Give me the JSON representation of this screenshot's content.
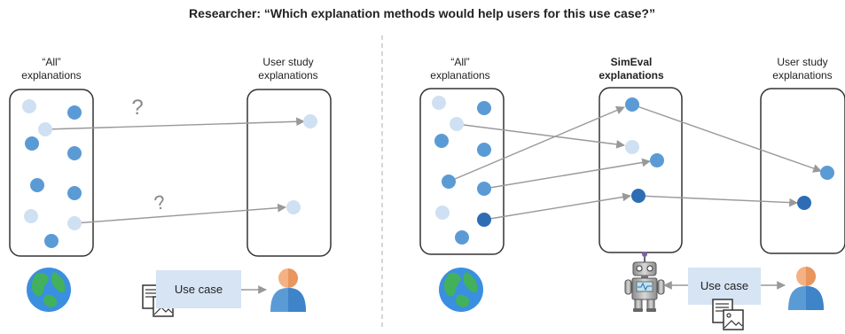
{
  "title": "Researcher: “Which explanation methods would help users for this use case?”",
  "left": {
    "all_label_1": "“All”",
    "all_label_2": "explanations",
    "study_label_1": "User study",
    "study_label_2": "explanations",
    "question_mark_1": "?",
    "question_mark_2": "?",
    "use_case": "Use case"
  },
  "right": {
    "all_label_1": "“All”",
    "all_label_2": "explanations",
    "simeval_label_1": "SimEval",
    "simeval_label_2": "explanations",
    "study_label_1": "User study",
    "study_label_2": "explanations",
    "use_case": "Use case"
  },
  "colors": {
    "light": "#cfe0f3",
    "medium": "#5b9bd5",
    "dark": "#2e6db4",
    "arrow": "#999999",
    "usecase_box": "#d6e4f4"
  },
  "icons": [
    "globe-icon",
    "user-icon",
    "document-icon",
    "robot-icon"
  ]
}
